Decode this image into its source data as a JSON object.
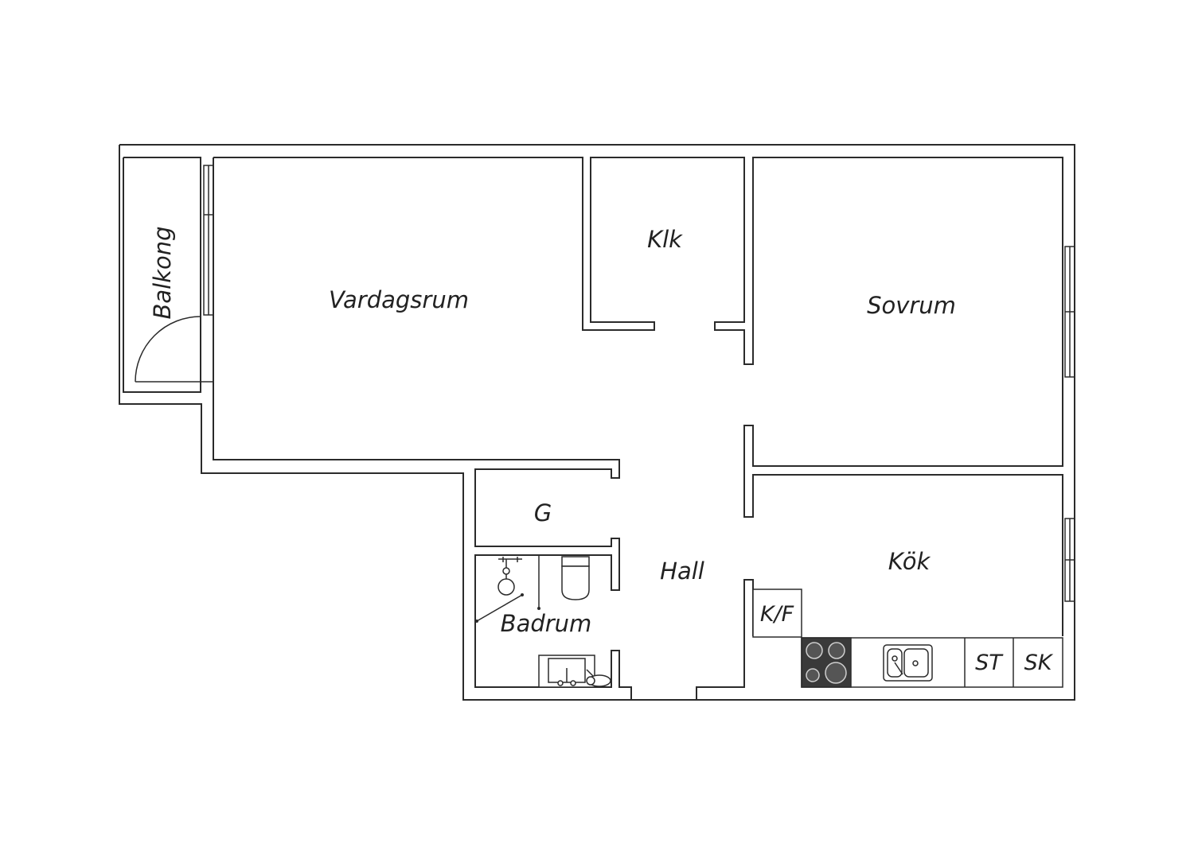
{
  "rooms": {
    "balkong": "Balkong",
    "vardagsrum": "Vardagsrum",
    "klk": "Klk",
    "sovrum": "Sovrum",
    "g": "G",
    "hall": "Hall",
    "badrum": "Badrum",
    "kok": "Kök"
  },
  "appliances": {
    "kf": "K/F",
    "st": "ST",
    "sk": "SK"
  },
  "colors": {
    "wall": "#2b2b2b",
    "background": "#ffffff",
    "stove": "#3a3a3a"
  }
}
